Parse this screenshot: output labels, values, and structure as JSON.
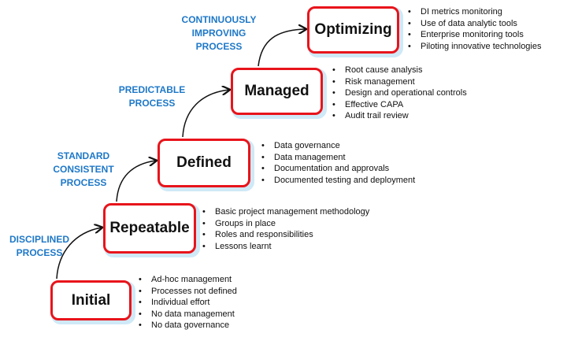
{
  "levels": [
    {
      "name": "Initial",
      "process_label": "DISCIPLINED PROCESS",
      "items": [
        "Ad-hoc management",
        "Processes not defined",
        "Individual effort",
        "No data management",
        "No data governance"
      ]
    },
    {
      "name": "Repeatable",
      "process_label": "STANDARD CONSISTENT PROCESS",
      "items": [
        "Basic project management methodology",
        "Groups in place",
        "Roles and responsibilities",
        "Lessons learnt"
      ]
    },
    {
      "name": "Defined",
      "process_label": "PREDICTABLE PROCESS",
      "items": [
        "Data governance",
        "Data management",
        "Documentation and approvals",
        "Documented testing and deployment"
      ]
    },
    {
      "name": "Managed",
      "process_label": "CONTINUOUSLY IMPROVING PROCESS",
      "items": [
        "Root cause analysis",
        "Risk management",
        "Design and operational controls",
        "Effective CAPA",
        "Audit trail review"
      ]
    },
    {
      "name": "Optimizing",
      "items": [
        "DI metrics monitoring",
        "Use of data analytic tools",
        "Enterprise monitoring tools",
        "Piloting innovative technologies"
      ]
    }
  ],
  "colors": {
    "box_border": "#e8141b",
    "label": "#1e78c8",
    "shadow": "#cfe9f7"
  }
}
